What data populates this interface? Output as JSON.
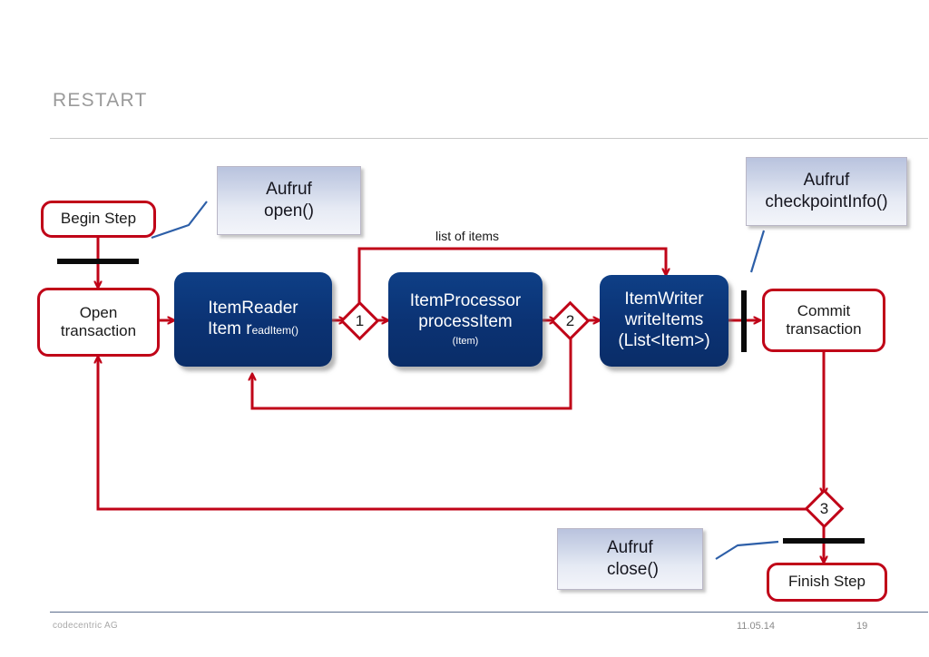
{
  "slide": {
    "title": "RESTART",
    "footer": {
      "company": "codecentric AG",
      "date": "11.05.14",
      "page": "19"
    }
  },
  "colors": {
    "flow_red": "#c00418",
    "activity_blue": "#0b3273",
    "callout_blue": "#cdd5e8",
    "leader_blue": "#2d5fa8",
    "title_gray": "#9a9a9a",
    "bar_black": "#0a0a0a"
  },
  "diagram": {
    "type": "activity-diagram",
    "nodes": [
      {
        "id": "begin-step",
        "kind": "state",
        "label": "Begin Step"
      },
      {
        "id": "open-transaction",
        "kind": "state",
        "line1": "Open",
        "line2": "transaction"
      },
      {
        "id": "item-reader",
        "kind": "activity",
        "line1": "ItemReader",
        "line2": "Item r",
        "line2_small": "eadItem()"
      },
      {
        "id": "item-processor",
        "kind": "activity",
        "line1": "ItemProcessor",
        "line2": "processItem",
        "line3": "(Item)"
      },
      {
        "id": "item-writer",
        "kind": "activity",
        "line1": "ItemWriter",
        "line2": "writeItems",
        "line3": "(List<Item>)"
      },
      {
        "id": "commit-transaction",
        "kind": "state",
        "line1": "Commit",
        "line2": "transaction"
      },
      {
        "id": "finish-step",
        "kind": "state",
        "label": "Finish Step"
      }
    ],
    "decisions": [
      {
        "id": "decision-1",
        "label": "1"
      },
      {
        "id": "decision-2",
        "label": "2"
      },
      {
        "id": "decision-3",
        "label": "3"
      }
    ],
    "callouts": [
      {
        "id": "callout-open",
        "line1": "Aufruf",
        "line2": "open()"
      },
      {
        "id": "callout-checkpoint",
        "line1": "Aufruf",
        "line2": "checkpointInfo()"
      },
      {
        "id": "callout-close",
        "line1": "Aufruf",
        "line2": "close()"
      }
    ],
    "edge_labels": [
      {
        "id": "list-of-items",
        "text": "list of items"
      }
    ]
  }
}
